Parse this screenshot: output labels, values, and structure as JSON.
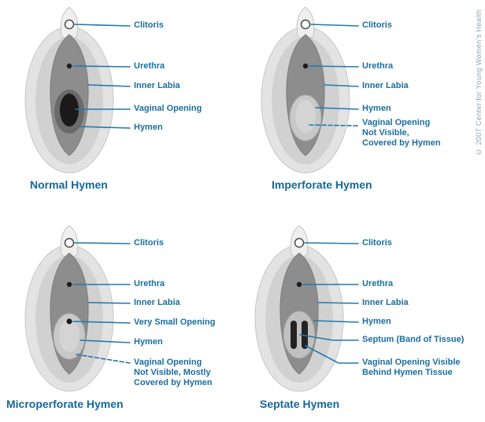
{
  "page": {
    "copyright": "© 2007 Center for Young Women's Health"
  },
  "colors": {
    "label_blue": "#1A6EA0",
    "title_blue": "#15689B",
    "line_blue": "#2279AC",
    "copyright_gray": "#8FA3B0"
  },
  "panels": [
    {
      "id": "normal",
      "title": "Normal Hymen",
      "labels": [
        {
          "text": "Clitoris"
        },
        {
          "text": "Urethra"
        },
        {
          "text": "Inner Labia"
        },
        {
          "text": "Vaginal Opening"
        },
        {
          "text": "Hymen"
        }
      ]
    },
    {
      "id": "imperforate",
      "title": "Imperforate Hymen",
      "labels": [
        {
          "text": "Clitoris"
        },
        {
          "text": "Urethra"
        },
        {
          "text": "Inner Labia"
        },
        {
          "text": "Hymen"
        },
        {
          "text": "Vaginal Opening\nNot Visible,\nCovered by Hymen"
        }
      ]
    },
    {
      "id": "microperforate",
      "title": "Microperforate Hymen",
      "labels": [
        {
          "text": "Clitoris"
        },
        {
          "text": "Urethra"
        },
        {
          "text": "Inner Labia"
        },
        {
          "text": "Very Small Opening"
        },
        {
          "text": "Hymen"
        },
        {
          "text": "Vaginal Opening\nNot Visible, Mostly\nCovered by Hymen"
        }
      ]
    },
    {
      "id": "septate",
      "title": "Septate Hymen",
      "labels": [
        {
          "text": "Clitoris"
        },
        {
          "text": "Urethra"
        },
        {
          "text": "Inner Labia"
        },
        {
          "text": "Hymen"
        },
        {
          "text": "Septum (Band of Tissue)"
        },
        {
          "text": "Vaginal Opening Visible\nBehind Hymen Tissue"
        }
      ]
    }
  ]
}
